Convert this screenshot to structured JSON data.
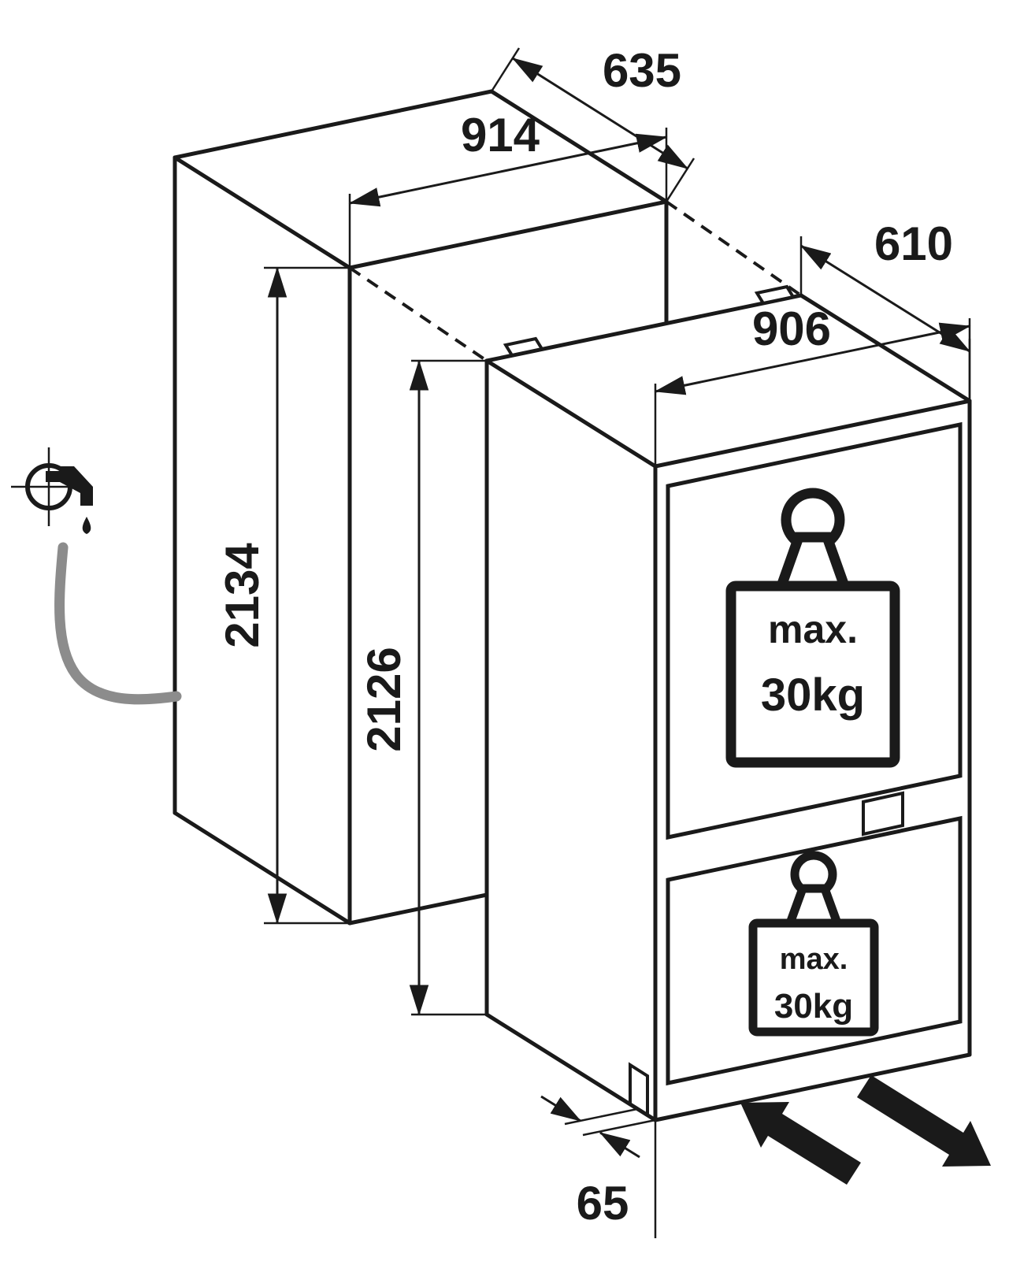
{
  "diagram": {
    "type": "appliance-installation-dimension-drawing",
    "description": "Isometric drawing of a built-in niche and a two-door appliance being slid in, with a water connection on the left",
    "dimensions": {
      "niche_depth_mm": "635",
      "niche_width_mm": "914",
      "niche_height_mm": "2134",
      "appliance_width_mm": "906",
      "appliance_depth_mm": "610",
      "appliance_height_mm": "2126",
      "plinth_recess_mm": "65"
    },
    "weight_labels": {
      "upper": {
        "line1": "max.",
        "line2": "30kg"
      },
      "lower": {
        "line1": "max.",
        "line2": "30kg"
      }
    },
    "colors": {
      "line": "#1a1a1a",
      "hose": "#8c8c8c",
      "background": "#ffffff"
    }
  }
}
